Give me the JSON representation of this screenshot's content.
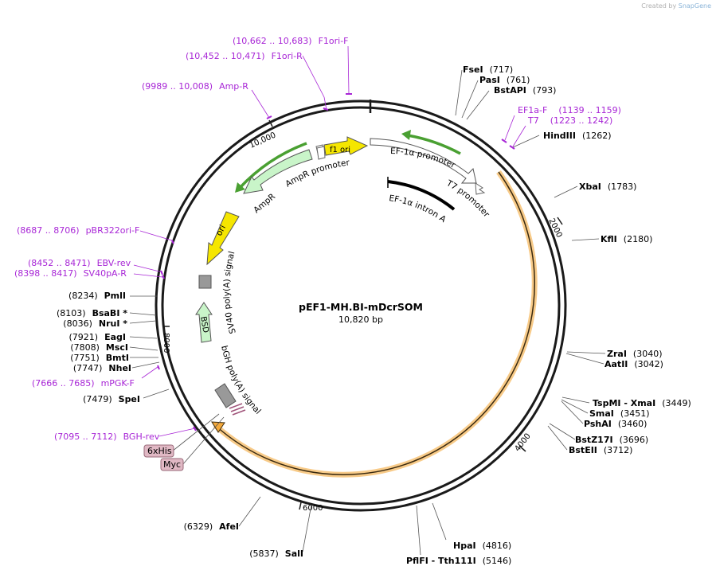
{
  "credit": {
    "prefix": "Created by",
    "brand": "SnapGene"
  },
  "plasmid": {
    "name": "pEF1-MH.BI-mDcrSOM",
    "size_label": "10,820 bp",
    "length": 10820
  },
  "ruler_ticks": [
    {
      "pos": 2000,
      "label": "2000"
    },
    {
      "pos": 4000,
      "label": "4000"
    },
    {
      "pos": 6000,
      "label": "6000"
    },
    {
      "pos": 8000,
      "label": "8000"
    },
    {
      "pos": 10000,
      "label": "10,000"
    }
  ],
  "enzymes": [
    {
      "name": "FseI",
      "site": "(717)"
    },
    {
      "name": "PasI",
      "site": "(761)"
    },
    {
      "name": "BstAPI",
      "site": "(793)"
    },
    {
      "name": "HindIII",
      "site": "(1262)"
    },
    {
      "name": "XbaI",
      "site": "(1783)"
    },
    {
      "name": "KflI",
      "site": "(2180)"
    },
    {
      "name": "ZraI",
      "site": "(3040)"
    },
    {
      "name": "AatII",
      "site": "(3042)"
    },
    {
      "name": "TspMI - XmaI",
      "site": "(3449)"
    },
    {
      "name": "SmaI",
      "site": "(3451)"
    },
    {
      "name": "PshAI",
      "site": "(3460)"
    },
    {
      "name": "BstZ17I",
      "site": "(3696)"
    },
    {
      "name": "BstEII",
      "site": "(3712)"
    },
    {
      "name": "HpaI",
      "site": "(4816)"
    },
    {
      "name": "PflFI - Tth111I",
      "site": "(5146)"
    },
    {
      "name": "SalI",
      "site": "(5837)"
    },
    {
      "name": "AfeI",
      "site": "(6329)"
    },
    {
      "name": "SpeI",
      "site": "(7479)"
    },
    {
      "name": "NheI",
      "site": "(7747)"
    },
    {
      "name": "BmtI",
      "site": "(7751)"
    },
    {
      "name": "MscI",
      "site": "(7808)"
    },
    {
      "name": "EagI",
      "site": "(7921)"
    },
    {
      "name": "NruI *",
      "site": "(8036)"
    },
    {
      "name": "BsaBI *",
      "site": "(8103)"
    },
    {
      "name": "PmlI",
      "site": "(8234)"
    }
  ],
  "primers": [
    {
      "name": "F1ori-F",
      "range": "(10,662 .. 10,683)"
    },
    {
      "name": "F1ori-R",
      "range": "(10,452 .. 10,471)"
    },
    {
      "name": "Amp-R",
      "range": "(9989 .. 10,008)"
    },
    {
      "name": "EF1a-F",
      "range": "(1139 .. 1159)"
    },
    {
      "name": "T7",
      "range": "(1223 .. 1242)"
    },
    {
      "name": "pBR322ori-F",
      "range": "(8687 .. 8706)"
    },
    {
      "name": "EBV-rev",
      "range": "(8452 .. 8471)"
    },
    {
      "name": "SV40pA-R",
      "range": "(8398 .. 8417)"
    },
    {
      "name": "mPGK-F",
      "range": "(7666 .. 7685)"
    },
    {
      "name": "BGH-rev",
      "range": "(7095 .. 7112)"
    }
  ],
  "features": {
    "f1_ori": "f1 ori",
    "ef1a_promoter": "EF-1α promoter",
    "t7_promoter": "T7 promoter",
    "ef1a_intron": "EF-1α intron A",
    "ampr_promoter": "AmpR promoter",
    "ampr": "AmpR",
    "ori": "ori",
    "sv40_polya": "SV40 poly(A) signal",
    "bsd": "BSD",
    "bgh_polya": "bGH poly(A) signal"
  },
  "tags": {
    "his": "6xHis",
    "myc": "Myc"
  },
  "colors": {
    "primer": "#a826d6",
    "enzyme_text": "#000000",
    "backbone": "#1a1a1a",
    "orange_feature": "#f4a93a",
    "green_arrow": "#4aa032",
    "ampr_fill": "#c9f5c9",
    "ori_fill": "#f5e600",
    "tag_fill": "#e0b8c4"
  }
}
